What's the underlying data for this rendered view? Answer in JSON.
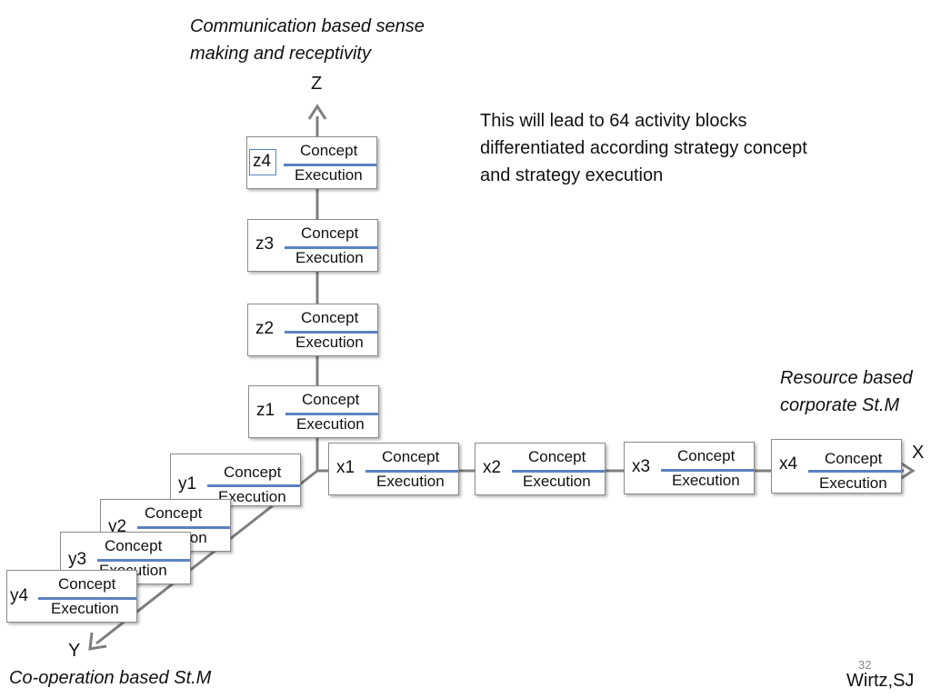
{
  "axes": {
    "z": {
      "name": "Z",
      "caption": [
        "Communication based sense",
        "making and receptivity"
      ],
      "blocks": [
        {
          "id": "z4",
          "concept": "Concept",
          "execution": "Execution"
        },
        {
          "id": "z3",
          "concept": "Concept",
          "execution": "Execution"
        },
        {
          "id": "z2",
          "concept": "Concept",
          "execution": "Execution"
        },
        {
          "id": "z1",
          "concept": "Concept",
          "execution": "Execution"
        }
      ]
    },
    "x": {
      "name": "X",
      "caption": [
        "Resource based",
        "corporate St.M"
      ],
      "blocks": [
        {
          "id": "x1",
          "concept": "Concept",
          "execution": "Execution"
        },
        {
          "id": "x2",
          "concept": "Concept",
          "execution": "Execution"
        },
        {
          "id": "x3",
          "concept": "Concept",
          "execution": "Execution"
        },
        {
          "id": "x4",
          "concept": "Concept",
          "execution": "Execution"
        }
      ]
    },
    "y": {
      "name": "Y",
      "caption": "Co-operation based St.M",
      "blocks": [
        {
          "id": "y1",
          "concept": "Concept",
          "execution": "Execution"
        },
        {
          "id": "y2",
          "concept": "Concept",
          "execution": "Execution"
        },
        {
          "id": "y3",
          "concept": "Concept",
          "execution": "Execution"
        },
        {
          "id": "y4",
          "concept": "Concept",
          "execution": "Execution"
        }
      ]
    }
  },
  "main_text": [
    "This will lead to 64 activity blocks",
    "differentiated according strategy concept",
    "and strategy execution"
  ],
  "author": "Wirtz,SJ",
  "page_number": "32",
  "colors": {
    "axis": "#7f7f7f",
    "divider": "#5a82c0",
    "block_border": "#8c8c8c"
  }
}
